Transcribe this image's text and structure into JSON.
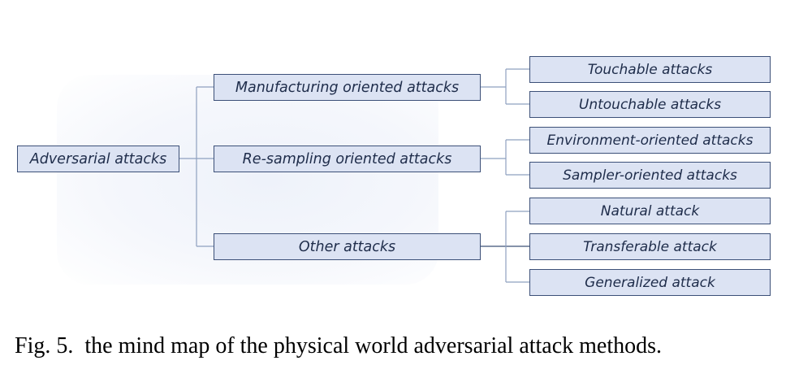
{
  "diagram": {
    "root": "Adversarial attacks",
    "branches": [
      {
        "label": "Manufacturing oriented attacks",
        "children": [
          "Touchable attacks",
          "Untouchable attacks"
        ]
      },
      {
        "label": "Re-sampling oriented attacks",
        "children": [
          "Environment-oriented attacks",
          "Sampler-oriented attacks"
        ]
      },
      {
        "label": "Other attacks",
        "children": [
          "Natural attack",
          "Transferable attack",
          "Generalized attack"
        ]
      }
    ]
  },
  "caption": {
    "number": "Fig. 5.",
    "text": "the mind map of the physical world adversarial attack methods."
  },
  "colors": {
    "node_fill": "#dce3f3",
    "node_border": "#3c5078",
    "node_text": "#1e2c4a",
    "connector": "#8ea0bf"
  }
}
